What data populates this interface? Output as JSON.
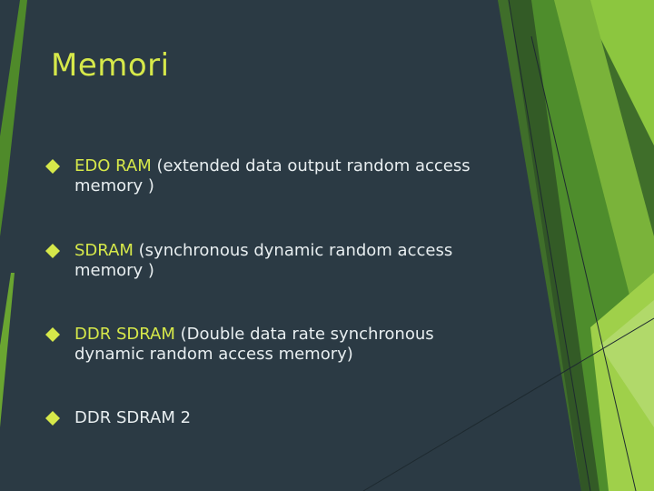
{
  "slide": {
    "title": "Memori",
    "accent_color": "#d6e84a",
    "background_color": "#2b3a44",
    "bullets": [
      {
        "highlight": "EDO RAM",
        "text": " (extended data output random access memory )"
      },
      {
        "highlight": "SDRAM",
        "text": " (synchronous dynamic random access memory )"
      },
      {
        "highlight": "DDR SDRAM",
        "text": " (Double data rate synchronous dynamic random access memory)"
      },
      {
        "highlight": "DDR SDRAM 2",
        "text": ""
      }
    ]
  }
}
